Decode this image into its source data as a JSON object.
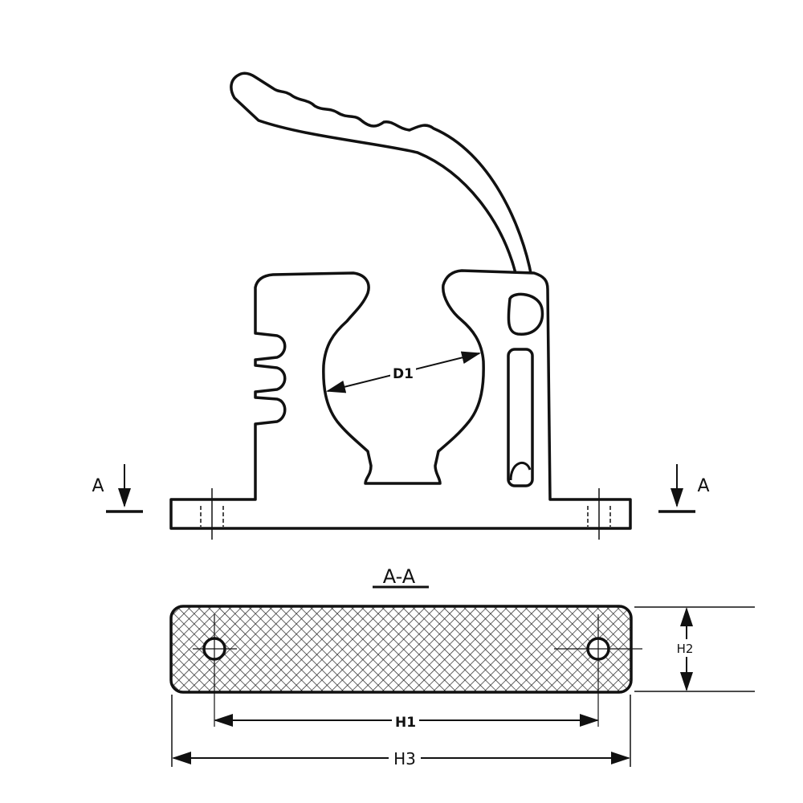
{
  "labels": {
    "diameter": "D1",
    "section_left": "A",
    "section_right": "A",
    "section_title": "A-A",
    "hole_spacing": "H1",
    "height": "H2",
    "length": "H3"
  },
  "colors": {
    "line": "#111111",
    "background": "#ffffff"
  }
}
